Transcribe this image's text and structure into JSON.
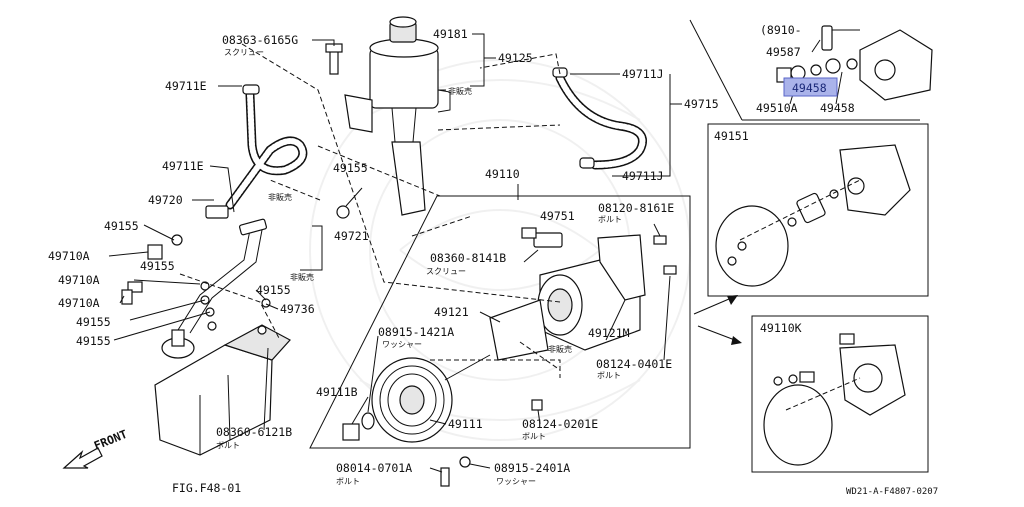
{
  "fig": "FIG.F48-01",
  "code": "WD21-A-F4807-0207",
  "front": "FRONT",
  "labels": {
    "p08363": "08363-6165G",
    "screw1": "スクリュー",
    "p49181": "49181",
    "p49125": "49125",
    "p49711E_top": "49711E",
    "nonsale1": "非販売",
    "p49711J_top": "49711J",
    "p49715": "49715",
    "p49711J_bot": "49711J",
    "p49711E_mid": "49711E",
    "p49720": "49720",
    "nonsale2": "非販売",
    "p49155_a": "49155",
    "p49155_b": "49155",
    "p49710A_1": "49710A",
    "p49155_c": "49155",
    "p49710A_2": "49710A",
    "p49710A_3": "49710A",
    "p49721": "49721",
    "nonsale3": "非販売",
    "p49155_d": "49155",
    "p49736": "49736",
    "p49155_e": "49155",
    "p49155_f": "49155",
    "p49110": "49110",
    "p08120": "08120-8161E",
    "bolt1": "ボルト",
    "p49751": "49751",
    "p08360a": "08360-8141B",
    "screw2": "スクリュー",
    "p49121": "49121",
    "p49121M": "49121M",
    "nonsale4": "非販売",
    "p08915a": "08915-1421A",
    "washer1": "ワッシャー",
    "p08124a": "08124-0401E",
    "bolt2": "ボルト",
    "p49111B": "49111B",
    "p49111": "49111",
    "p08124b": "08124-0201E",
    "bolt3": "ボルト",
    "p08360b": "08360-6121B",
    "bolt4": "ボルト",
    "p08014": "08014-0701A",
    "bolt5": "ボルト",
    "p08915b": "08915-2401A",
    "washer2": "ワッシャー",
    "inset_top_title": "(8910-",
    "p49587": "49587",
    "p49458_hl": "49458",
    "p49510A": "49510A",
    "p49458": "49458",
    "p49151": "49151",
    "p49110K": "49110K"
  },
  "colors": {
    "highlight": "#aab3ea",
    "highlight_border": "#5a66c8",
    "highlight_text": "#1c2a7a"
  }
}
